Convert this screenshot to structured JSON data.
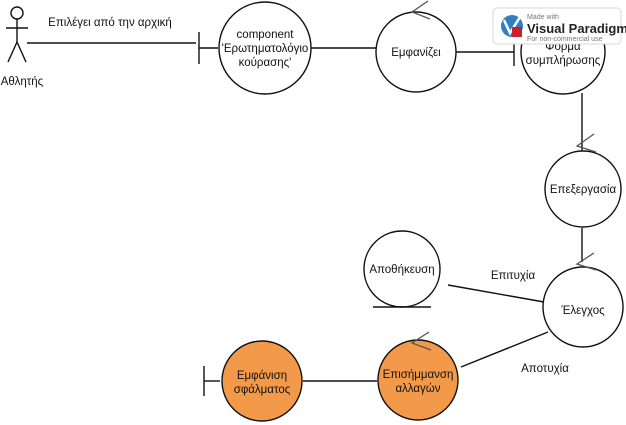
{
  "actor": {
    "name": "Αθλητής"
  },
  "edges": {
    "actor_to_component": "Επιλέγει από την αρχική",
    "check_to_save": "Επιτυχία",
    "check_to_mark": "Αποτυχία"
  },
  "nodes": {
    "component": [
      "component",
      "'Ερωτηματολόγιο",
      "κούρασης'"
    ],
    "display": [
      "Εμφανίζει"
    ],
    "form": [
      "Φόρμα",
      "συμπλήρωσης"
    ],
    "processing": [
      "Επεξεργασία"
    ],
    "check": [
      "Έλεγχος"
    ],
    "save": [
      "Αποθήκευση"
    ],
    "mark": [
      "Επισήμμανση",
      "αλλαγών"
    ],
    "error": [
      "Εμφάνιση",
      "σφάλματος"
    ]
  },
  "watermark": {
    "line1": "Made with",
    "brand": "Visual Paradigm",
    "line3": "For non-commercial use"
  },
  "colors": {
    "highlight": "#f39a4a",
    "stroke": "#111111",
    "brand_red": "#c8202f"
  }
}
